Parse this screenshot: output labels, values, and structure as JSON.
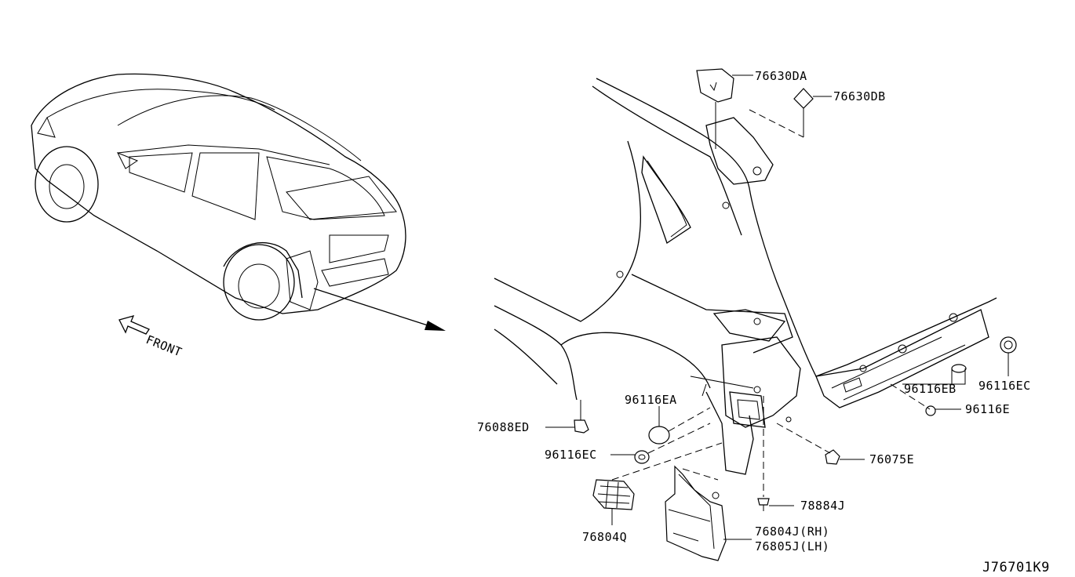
{
  "diagram": {
    "front_label": "FRONT",
    "reference_code": "J76701K9",
    "callouts": [
      {
        "id": "76630DA",
        "text": "76630DA"
      },
      {
        "id": "76630DB",
        "text": "76630DB"
      },
      {
        "id": "96116EA",
        "text": "96116EA"
      },
      {
        "id": "76088ED",
        "text": "76088ED"
      },
      {
        "id": "96116EC_left",
        "text": "96116EC"
      },
      {
        "id": "96116EC_right",
        "text": "96116EC"
      },
      {
        "id": "96116EB",
        "text": "96116EB"
      },
      {
        "id": "96116E",
        "text": "96116E"
      },
      {
        "id": "76075E",
        "text": "76075E"
      },
      {
        "id": "78884J",
        "text": "78884J"
      },
      {
        "id": "76804Q",
        "text": "76804Q"
      },
      {
        "id": "76804J",
        "text": "76804J(RH)"
      },
      {
        "id": "76805J",
        "text": "76805J(LH)"
      }
    ]
  }
}
